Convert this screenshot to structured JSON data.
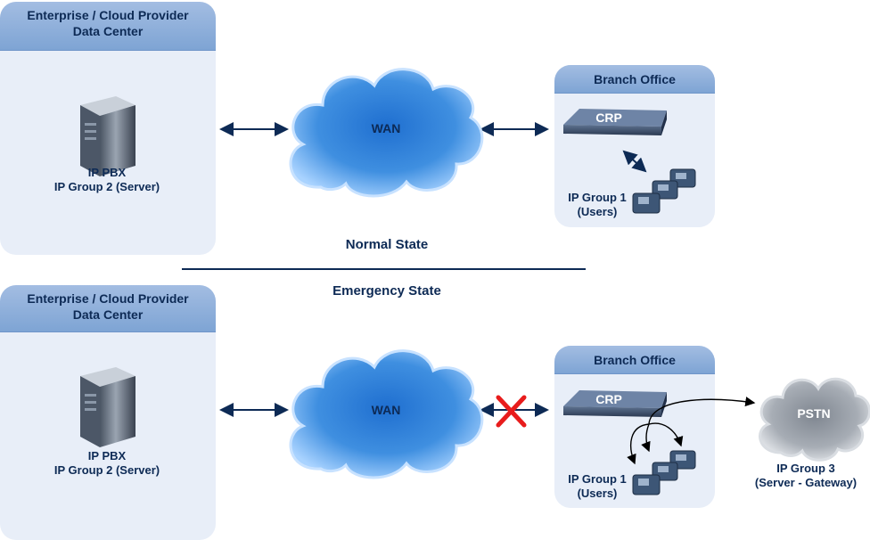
{
  "normal": {
    "datacenter_title_line1": "Enterprise / Cloud Provider",
    "datacenter_title_line2": "Data Center",
    "pbx_line1": "IP PBX",
    "pbx_line2": "IP Group 2 (Server)",
    "wan": "WAN",
    "branch_title": "Branch Office",
    "crp": "CRP",
    "users_line1": "IP Group 1",
    "users_line2": "(Users)",
    "state": "Normal State"
  },
  "emergency": {
    "datacenter_title_line1": "Enterprise / Cloud Provider",
    "datacenter_title_line2": "Data Center",
    "pbx_line1": "IP PBX",
    "pbx_line2": "IP Group 2 (Server)",
    "wan": "WAN",
    "branch_title": "Branch Office",
    "crp": "CRP",
    "users_line1": "IP Group 1",
    "users_line2": "(Users)",
    "pstn": "PSTN",
    "pstn_line1": "IP Group 3",
    "pstn_line2": "(Server - Gateway)",
    "state": "Emergency State"
  },
  "colors": {
    "navy": "#0d2a55",
    "panel": "#e8eef8",
    "header": "#8aaedb",
    "cloud_blue": "#3f8fe0",
    "cloud_gray": "#9ea4ad",
    "fail_x": "#e81c1c"
  }
}
